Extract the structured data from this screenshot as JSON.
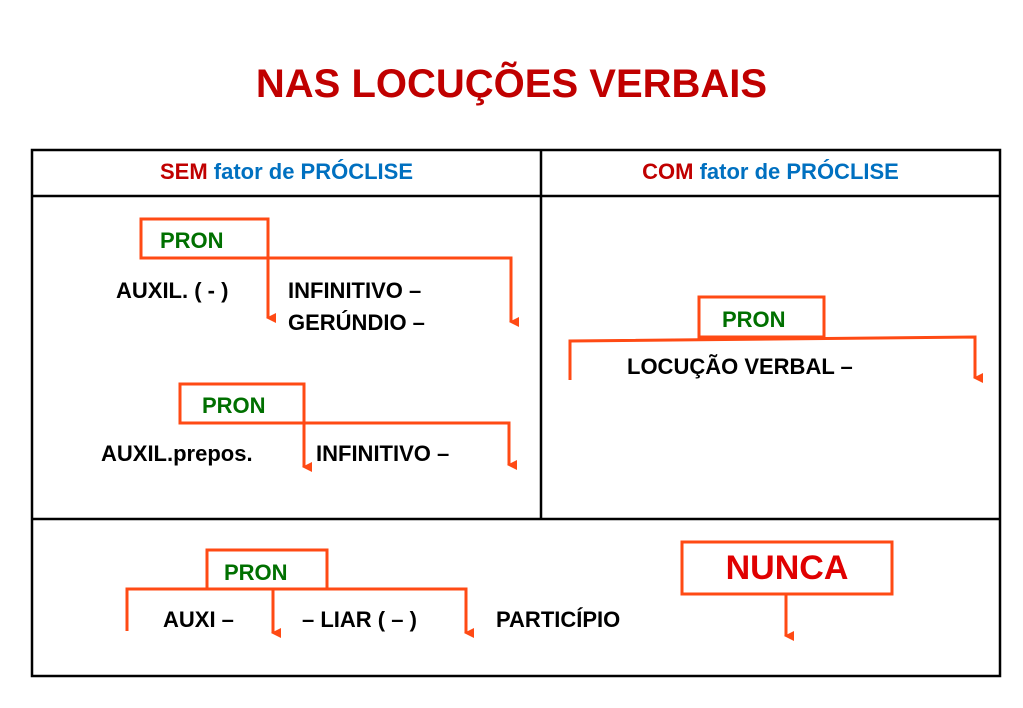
{
  "title": "NAS  LOCUÇÕES  VERBAIS",
  "colors": {
    "title": "#c00000",
    "red_word": "#c00000",
    "blue_word": "#0070c0",
    "pron_text": "#007000",
    "arrow": "#ff4a14",
    "border": "#000000"
  },
  "headers": {
    "left": {
      "red": "SEM",
      "blue": " fator de PRÓCLISE"
    },
    "right": {
      "red": "COM",
      "blue": " fator de PRÓCLISE"
    }
  },
  "sem_fator": {
    "example1": {
      "pron": "PRON",
      "auxil": "AUXIL. ( - )",
      "infinitivo": "INFINITIVO  –",
      "gerundio": "GERÚNDIO –"
    },
    "example2": {
      "pron": "PRON",
      "auxil": "AUXIL.prepos.",
      "infinitivo": "INFINITIVO –"
    }
  },
  "com_fator": {
    "pron": "PRON",
    "locucao": "LOCUÇÃO  VERBAL –"
  },
  "participio": {
    "pron": "PRON",
    "auxi": "AUXI –",
    "liar": "– LIAR ( – )",
    "participio": "PARTICÍPIO",
    "nunca": "NUNCA"
  }
}
